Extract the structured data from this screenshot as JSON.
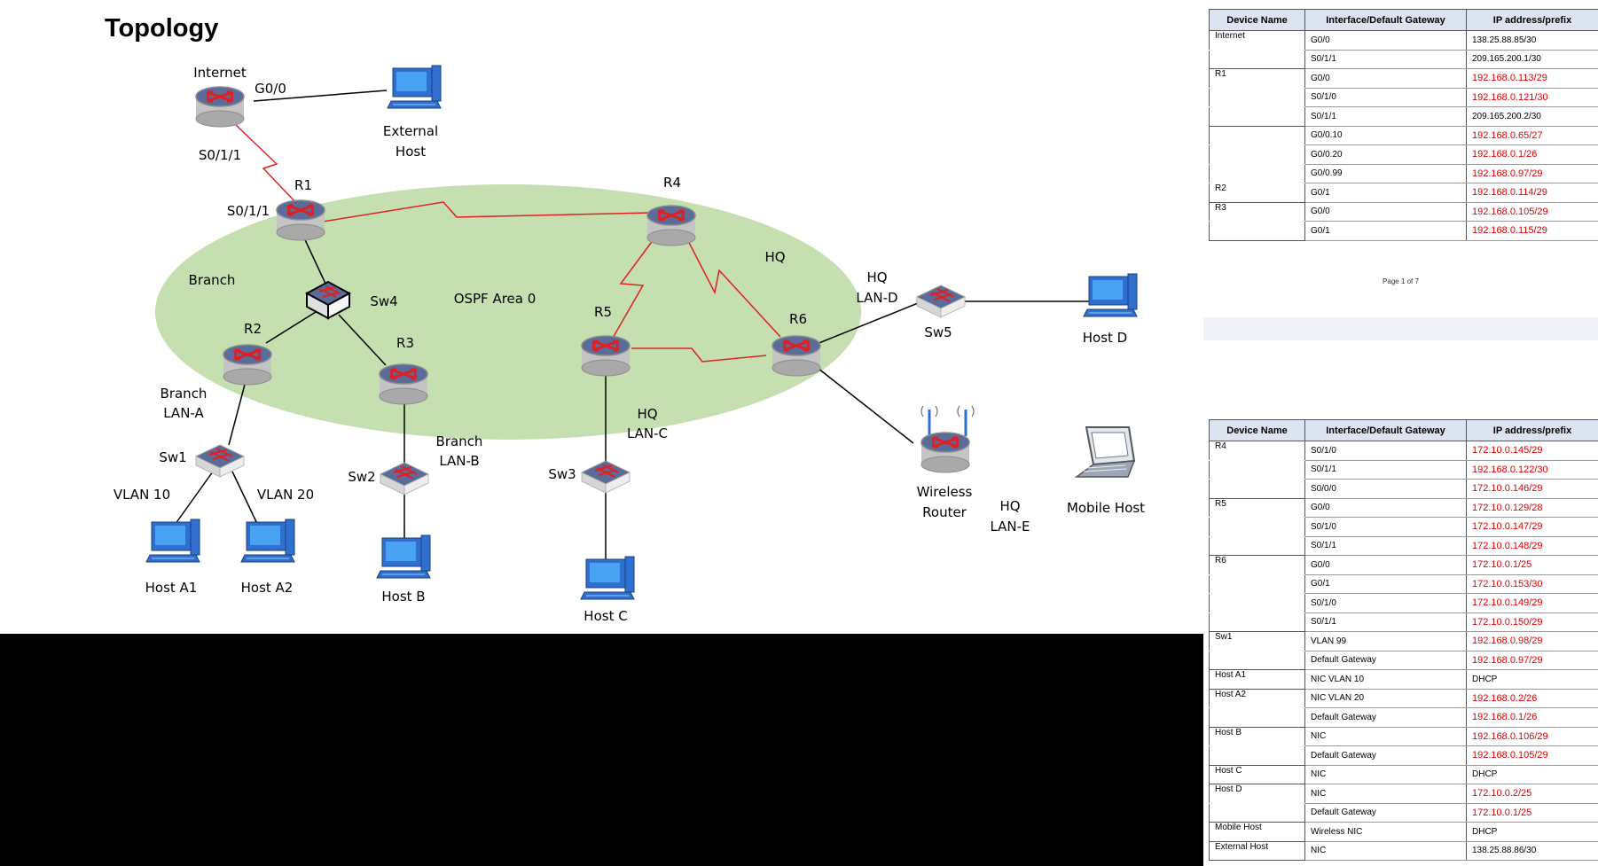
{
  "topology": {
    "title": "Topology",
    "area_label": "OSPF Area 0",
    "labels": {
      "internet": "Internet",
      "internet_g00": "G0/0",
      "internet_s011": "S0/1/1",
      "external_host_1": "External",
      "external_host_2": "Host",
      "r1": "R1",
      "r1_s011": "S0/1/1",
      "r4": "R4",
      "r5": "R5",
      "r6": "R6",
      "r2": "R2",
      "r3": "R3",
      "sw4": "Sw4",
      "branch": "Branch",
      "hq": "HQ",
      "hq_lan_d_1": "HQ",
      "hq_lan_d_2": "LAN-D",
      "sw5": "Sw5",
      "host_d": "Host D",
      "branch_lan_a_1": "Branch",
      "branch_lan_a_2": "LAN-A",
      "sw1": "Sw1",
      "vlan10": "VLAN 10",
      "vlan20": "VLAN 20",
      "host_a1": "Host A1",
      "host_a2": "Host A2",
      "branch_lan_b_1": "Branch",
      "branch_lan_b_2": "LAN-B",
      "sw2": "Sw2",
      "host_b": "Host B",
      "hq_lan_c_1": "HQ",
      "hq_lan_c_2": "LAN-C",
      "sw3": "Sw3",
      "host_c": "Host C",
      "wireless_router_1": "Wireless",
      "wireless_router_2": "Router",
      "hq_lan_e_1": "HQ",
      "hq_lan_e_2": "LAN-E",
      "mobile_host": "Mobile Host"
    },
    "colors": {
      "area_fill": "#c5dfb0",
      "serial_link": "#e02020",
      "ethernet_link": "#000000",
      "router_arrow": "#e02020",
      "host_blue": "#2f6fd0"
    }
  },
  "table1": {
    "headers": [
      "Device Name",
      "Interface/Default Gateway",
      "IP address/prefix"
    ],
    "rows": [
      {
        "device": "Internet",
        "iface": "G0/0",
        "ip": "138.25.88.85/30",
        "red": false
      },
      {
        "device": "",
        "iface": "S0/1/1",
        "ip": "209.165.200.1/30",
        "red": false,
        "end": true
      },
      {
        "device": "R1",
        "iface": "G0/0",
        "ip": "192.168.0.113/29",
        "red": true
      },
      {
        "device": "",
        "iface": "S0/1/0",
        "ip": "192.168.0.121/30",
        "red": true
      },
      {
        "device": "",
        "iface": "S0/1/1",
        "ip": "209.165.200.2/30",
        "red": false,
        "end": true
      },
      {
        "device": "",
        "iface": "G0/0.10",
        "ip": "192.168.0.65/27",
        "red": true
      },
      {
        "device": "",
        "iface": "G0/0.20",
        "ip": "192.168.0.1/26",
        "red": true
      },
      {
        "device": "",
        "iface": "G0/0.99",
        "ip": "192.168.0.97/29",
        "red": true
      },
      {
        "device": "R2",
        "iface": "G0/1",
        "ip": "192.168.0.114/29",
        "red": true,
        "end": true
      },
      {
        "device": "R3",
        "iface": "G0/0",
        "ip": "192.168.0.105/29",
        "red": true
      },
      {
        "device": "",
        "iface": "G0/1",
        "ip": "192.168.0.115/29",
        "red": true,
        "end": true
      }
    ]
  },
  "page_footer": "Page 1 of 7",
  "table2": {
    "headers": [
      "Device Name",
      "Interface/Default Gateway",
      "IP address/prefix"
    ],
    "rows": [
      {
        "device": "R4",
        "iface": "S0/1/0",
        "ip": "172.10.0.145/29",
        "red": true
      },
      {
        "device": "",
        "iface": "S0/1/1",
        "ip": "192.168.0.122/30",
        "red": true
      },
      {
        "device": "",
        "iface": "S0/0/0",
        "ip": "172.10.0.146/29",
        "red": true,
        "end": true
      },
      {
        "device": "R5",
        "iface": "G0/0",
        "ip": "172.10.0.129/28",
        "red": true
      },
      {
        "device": "",
        "iface": "S0/1/0",
        "ip": "172.10.0.147/29",
        "red": true
      },
      {
        "device": "",
        "iface": "S0/1/1",
        "ip": "172.10.0.148/29",
        "red": true,
        "end": true
      },
      {
        "device": "R6",
        "iface": "G0/0",
        "ip": "172.10.0.1/25",
        "red": true
      },
      {
        "device": "",
        "iface": "G0/1",
        "ip": "172.10.0.153/30",
        "red": true
      },
      {
        "device": "",
        "iface": "S0/1/0",
        "ip": "172.10.0.149/29",
        "red": true
      },
      {
        "device": "",
        "iface": "S0/1/1",
        "ip": "172.10.0.150/29",
        "red": true,
        "end": true
      },
      {
        "device": "Sw1",
        "iface": "VLAN 99",
        "ip": "192.168.0.98/29",
        "red": true
      },
      {
        "device": "",
        "iface": "Default Gateway",
        "ip": "192.168.0.97/29",
        "red": true,
        "end": true
      },
      {
        "device": "Host A1",
        "iface": "NIC VLAN 10",
        "ip": "DHCP",
        "red": false,
        "end": true
      },
      {
        "device": "Host A2",
        "iface": "NIC VLAN 20",
        "ip": "192.168.0.2/26",
        "red": true
      },
      {
        "device": "",
        "iface": "Default Gateway",
        "ip": "192.168.0.1/26",
        "red": true,
        "end": true
      },
      {
        "device": "Host B",
        "iface": "NIC",
        "ip": "192.168.0.106/29",
        "red": true
      },
      {
        "device": "",
        "iface": "Default Gateway",
        "ip": "192.168.0.105/29",
        "red": true,
        "end": true
      },
      {
        "device": "Host C",
        "iface": "NIC",
        "ip": "DHCP",
        "red": false,
        "end": true
      },
      {
        "device": "Host D",
        "iface": "NIC",
        "ip": "172.10.0.2/25",
        "red": true
      },
      {
        "device": "",
        "iface": "Default Gateway",
        "ip": "172.10.0.1/25",
        "red": true,
        "end": true
      },
      {
        "device": "Mobile Host",
        "iface": "Wireless NIC",
        "ip": "DHCP",
        "red": false,
        "end": true
      },
      {
        "device": "External Host",
        "iface": "NIC",
        "ip": "138.25.88.86/30",
        "red": false,
        "end": true
      }
    ]
  }
}
